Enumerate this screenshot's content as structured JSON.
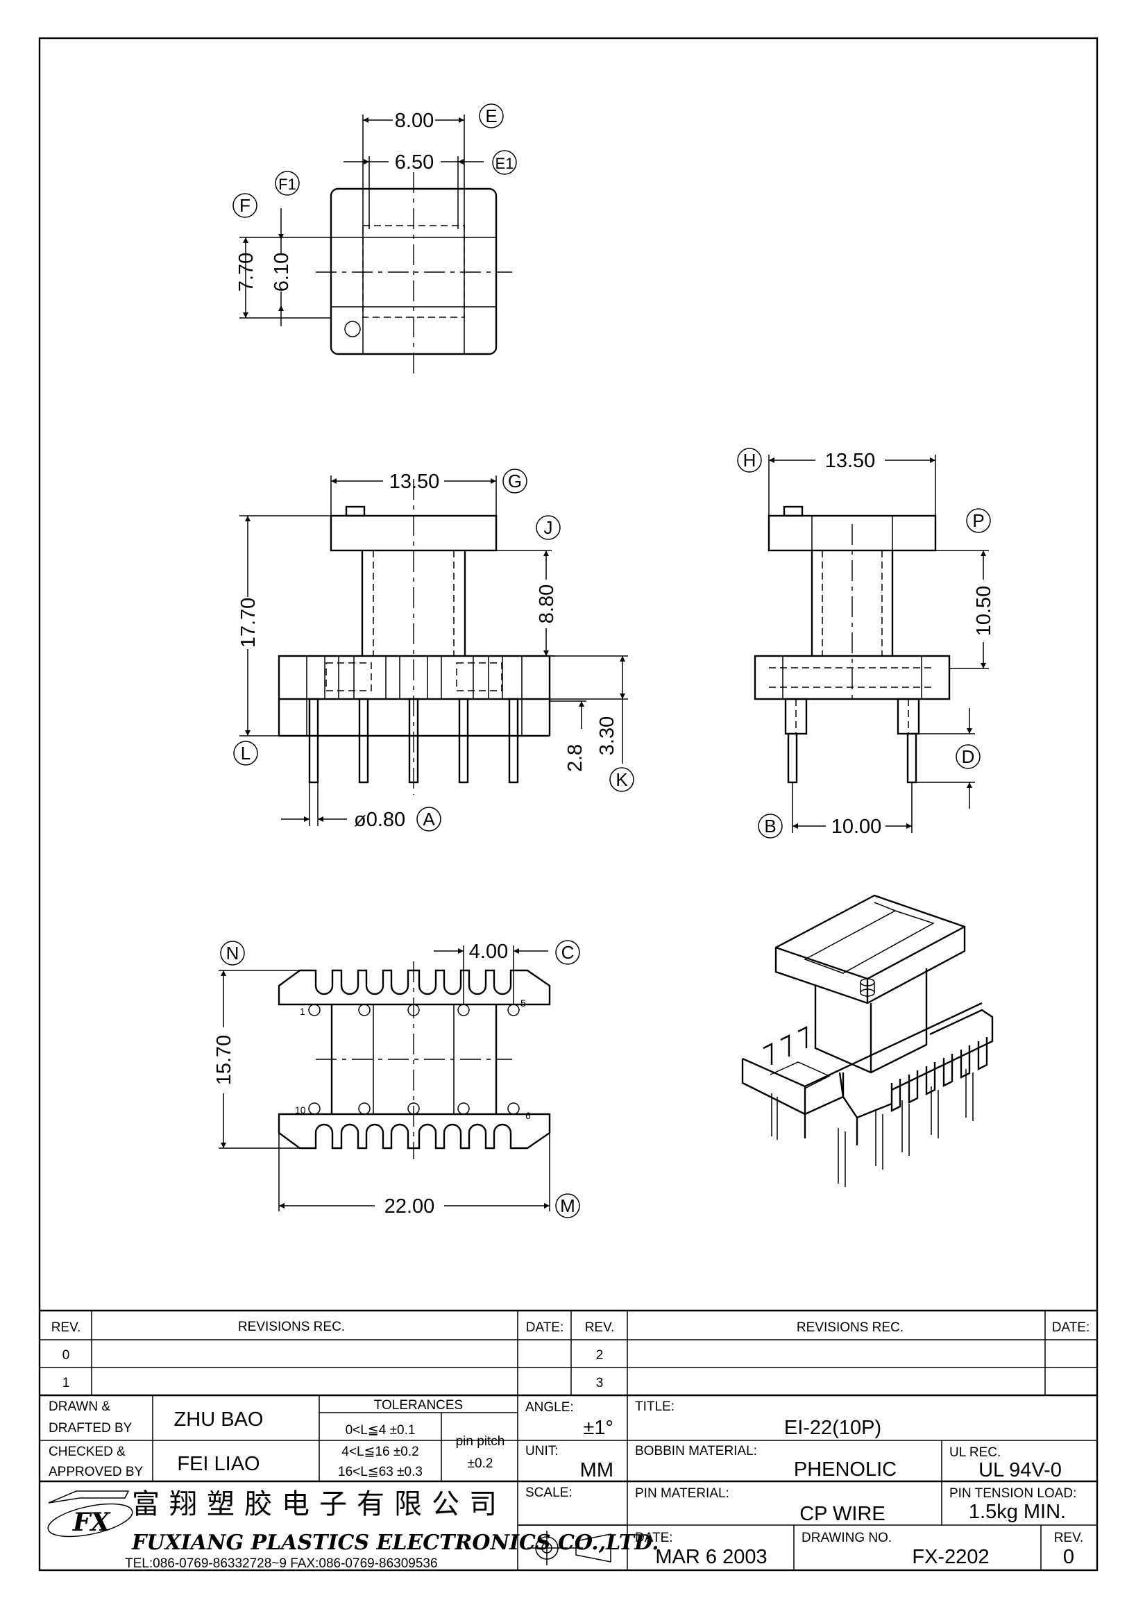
{
  "views": {
    "top": {
      "dims": {
        "d_8_00": "8.00",
        "d_6_50": "6.50",
        "d_7_70": "7.70",
        "d_6_10": "6.10"
      },
      "labels": {
        "E": "E",
        "E1": "E1",
        "F": "F",
        "F1": "F1"
      }
    },
    "front": {
      "dims": {
        "d_13_50": "13.50",
        "d_17_70": "17.70",
        "d_8_80": "8.80",
        "d_2_8": "2.8",
        "d_3_30": "3.30",
        "d_phi": "ø0.80"
      },
      "labels": {
        "G": "G",
        "J": "J",
        "L": "L",
        "K": "K",
        "A": "A"
      }
    },
    "side": {
      "dims": {
        "d_13_50": "13.50",
        "d_10_50": "10.50",
        "d_10_00": "10.00"
      },
      "labels": {
        "H": "H",
        "P": "P",
        "D": "D",
        "B": "B"
      }
    },
    "bottom": {
      "dims": {
        "d_4_00": "4.00",
        "d_15_70": "15.70",
        "d_22_00": "22.00"
      },
      "labels": {
        "N": "N",
        "C": "C",
        "M": "M"
      },
      "pins": {
        "p1": "1",
        "p5": "5",
        "p10": "10",
        "p6": "6"
      }
    }
  },
  "title_block": {
    "rev_header": "REV.",
    "revisions_header": "REVISIONS    REC.",
    "date_header": "DATE:",
    "rev_rows_left": [
      "0",
      "1"
    ],
    "rev_rows_right": [
      "2",
      "3"
    ],
    "drawn_label_1": "DRAWN  &",
    "drawn_label_2": "DRAFTED  BY",
    "drawn_value": "ZHU  BAO",
    "checked_label_1": "CHECKED  &",
    "checked_label_2": "APPROVED  BY",
    "checked_value": "FEI  LIAO",
    "tolerances_header": "TOLERANCES",
    "tol_1": "0<L≦4    ±0.1",
    "tol_2": "4<L≦16  ±0.2",
    "tol_3": "16<L≦63  ±0.3",
    "pin_pitch_label": "pin  pitch",
    "pin_pitch_value": "±0.2",
    "angle_label": "ANGLE:",
    "angle_value": "±1°",
    "unit_label": "UNIT:",
    "unit_value": "MM",
    "scale_label": "SCALE:",
    "title_label": "TITLE:",
    "title_value": "EI-22(10P)",
    "bobbin_label": "BOBBIN  MATERIAL:",
    "bobbin_value": "PHENOLIC",
    "ul_label": "UL  REC.",
    "ul_value": "UL  94V-0",
    "pin_material_label": "PIN  MATERIAL:",
    "pin_material_value": "CP  WIRE",
    "pin_tension_label": "PIN  TENSION  LOAD:",
    "pin_tension_value": "1.5kg  MIN.",
    "date_label": "DATE:",
    "date_value": "MAR  6  2003",
    "drawing_no_label": "DRAWING  NO.",
    "drawing_no_value": "FX-2202",
    "rev_label": "REV.",
    "rev_value": "0",
    "company_cn": "富翔塑胶电子有限公司",
    "company_en": "FUXIANG  PLASTICS  ELECTRONICS  CO.,LTD.",
    "contact": "TEL:086-0769-86332728~9   FAX:086-0769-86309536",
    "logo_text": "FX"
  }
}
